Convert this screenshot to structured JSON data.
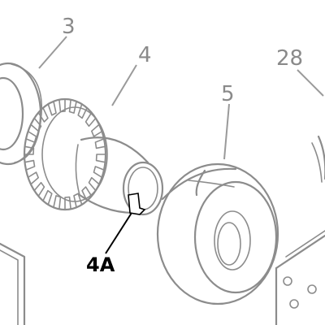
{
  "diagram": {
    "callouts": [
      {
        "id": "part-3",
        "label": "3"
      },
      {
        "id": "part-4",
        "label": "4"
      },
      {
        "id": "part-28",
        "label": "28"
      },
      {
        "id": "part-5",
        "label": "5"
      },
      {
        "id": "part-4a",
        "label": "4A"
      }
    ],
    "colors": {
      "part_stroke": "#8c8c8c",
      "highlight_stroke": "#000000",
      "background": "#ffffff"
    }
  }
}
